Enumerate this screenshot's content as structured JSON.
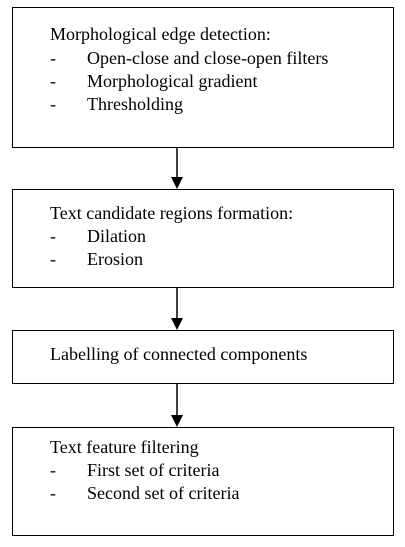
{
  "steps": [
    {
      "title": "Morphological edge detection:",
      "items": [
        {
          "bullet": "-",
          "label": "Open-close and close-open filters"
        },
        {
          "bullet": "-",
          "label": "Morphological gradient"
        },
        {
          "bullet": "-",
          "label": "Thresholding"
        }
      ]
    },
    {
      "title": "Text candidate regions formation:",
      "items": [
        {
          "bullet": "-",
          "label": "Dilation"
        },
        {
          "bullet": "-",
          "label": "Erosion"
        }
      ]
    },
    {
      "title": "Labelling of connected components",
      "items": []
    },
    {
      "title": "Text feature filtering",
      "items": [
        {
          "bullet": "-",
          "label": "First set of criteria"
        },
        {
          "bullet": "-",
          "label": "Second set of criteria"
        }
      ]
    }
  ]
}
